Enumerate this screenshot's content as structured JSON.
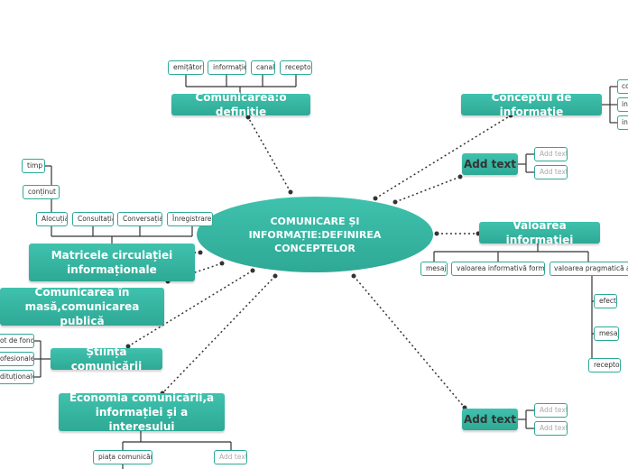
{
  "map": {
    "central_topic": "COMUNICARE ȘI INFORMAȚIE:DEFINIREA CONCEPTELOR",
    "topics": {
      "comunicarea_definitie": "Comunicarea:o definiție",
      "conceptul_informatie": "Conceptul de informație",
      "add_text_1": "Add text",
      "valoarea_informatiei": "Valoarea informației",
      "matricele": "Matricele circulației informaționale",
      "comunicarea_masa": "Comunicarea în masă,comunicarea publică",
      "stiinta": "Știința comunicării",
      "economia": "Economia comunicării,a informației și a interesului",
      "add_text_2": "Add text"
    },
    "leaves": {
      "def_emitator": "emițător",
      "def_informatie": "informație",
      "def_canal": "canal",
      "def_receptor": "receptor",
      "concept_1": "co",
      "concept_2": "in",
      "concept_3": "in",
      "add1_a": "Add text",
      "add1_b": "Add text",
      "val_mesaj": "mesaj",
      "val_formala": "valoarea informativă formală",
      "val_pragmatica": "valoarea pragmatică a inf",
      "prag_efect": "efect",
      "prag_mesaj": "mesaj",
      "prag_receptor": "receptor",
      "mat_timp": "timp",
      "mat_continut": "conținut",
      "mat_alocutia": "Alocuția",
      "mat_consultatia": "Consultația",
      "mat_conversatia": "Conversația",
      "mat_inregistrarea": "Înregistrarea",
      "st_fond": "ot de fond",
      "st_profesionale": "ofesionale",
      "st_institutionale": "dituționale",
      "ec_piata": "piața comunicării",
      "ec_add": "Add text",
      "add2_a": "Add text",
      "add2_b": "Add text"
    }
  },
  "colors": {
    "node_fill": "#34b5a1",
    "leaf_border": "#2ea996",
    "connector": "#333333",
    "leaf_placeholder_text": "#aaaaaa"
  }
}
